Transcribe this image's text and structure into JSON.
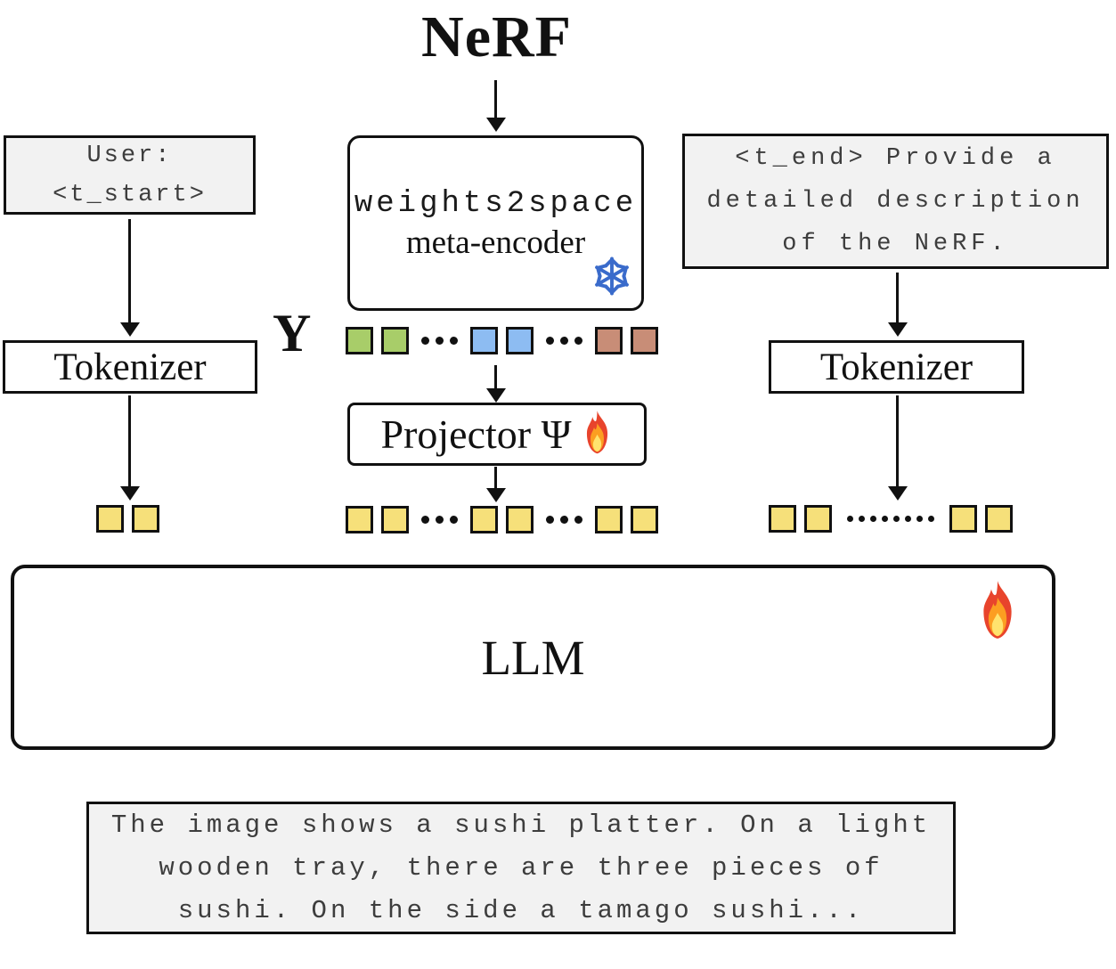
{
  "diagram": {
    "title": "NeRF",
    "encoder": {
      "line1": "weights2space",
      "line2": "meta-encoder",
      "state": "frozen"
    },
    "user_box": {
      "line1": "User:",
      "line2": "<t_start>"
    },
    "prompt_box": {
      "line1": "<t_end> Provide a",
      "line2": "detailed description",
      "line3": "of the NeRF."
    },
    "embedding_label": "Y",
    "projector": {
      "label": "Projector Ψ",
      "state": "trainable"
    },
    "tokenizer_left_label": "Tokenizer",
    "tokenizer_right_label": "Tokenizer",
    "llm": {
      "label": "LLM",
      "state": "trainable"
    },
    "output_box": {
      "line1": "The image shows a sushi platter. On a light",
      "line2": "wooden tray, there are three pieces of",
      "line3": "sushi. On the side a tamago sushi..."
    }
  },
  "tokens": {
    "colors": {
      "green": "#A8CD69",
      "blue": "#8DBCF2",
      "brown": "#C88D77",
      "yellow": "#F6E07A",
      "border": "#111111"
    },
    "rows": {
      "embedding_row": [
        "green",
        "green",
        "dots:3",
        "blue",
        "blue",
        "dots:3",
        "brown",
        "brown"
      ],
      "center_row": [
        "yellow",
        "yellow",
        "dots:3",
        "yellow",
        "yellow",
        "dots:3",
        "yellow",
        "yellow"
      ],
      "left_row": [
        "yellow",
        "yellow"
      ],
      "right_row": [
        "yellow",
        "yellow",
        "dots:8",
        "yellow",
        "yellow"
      ]
    }
  },
  "accents": {
    "snowflake_blue": "#3A6BCB",
    "flame_red": "#E8442C",
    "flame_orange": "#FC9E21",
    "flame_yellow": "#FFE36E",
    "box_gray": "#F2F2F2",
    "text_gray": "#3D3D3D"
  }
}
